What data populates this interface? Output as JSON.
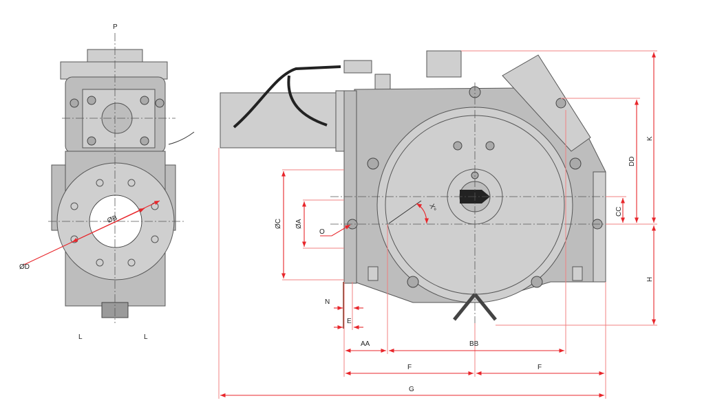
{
  "colors": {
    "dimension": "#e8262b",
    "body": "#bdbdbd",
    "outline": "#555555"
  },
  "left_view": {
    "labels": {
      "top": "P",
      "outer_diameter": "ØD",
      "bore_diameter": "ØB",
      "left_width": "L",
      "right_width": "L"
    }
  },
  "right_view": {
    "labels": {
      "flange_c": "ØC",
      "flange_a": "ØA",
      "origin": "O",
      "angle": "X°",
      "n": "N",
      "e": "E",
      "aa": "AA",
      "bb": "BB",
      "f_left": "F",
      "f_right": "F",
      "g": "G",
      "k": "K",
      "dd": "DD",
      "cc": "CC",
      "h": "H"
    }
  }
}
